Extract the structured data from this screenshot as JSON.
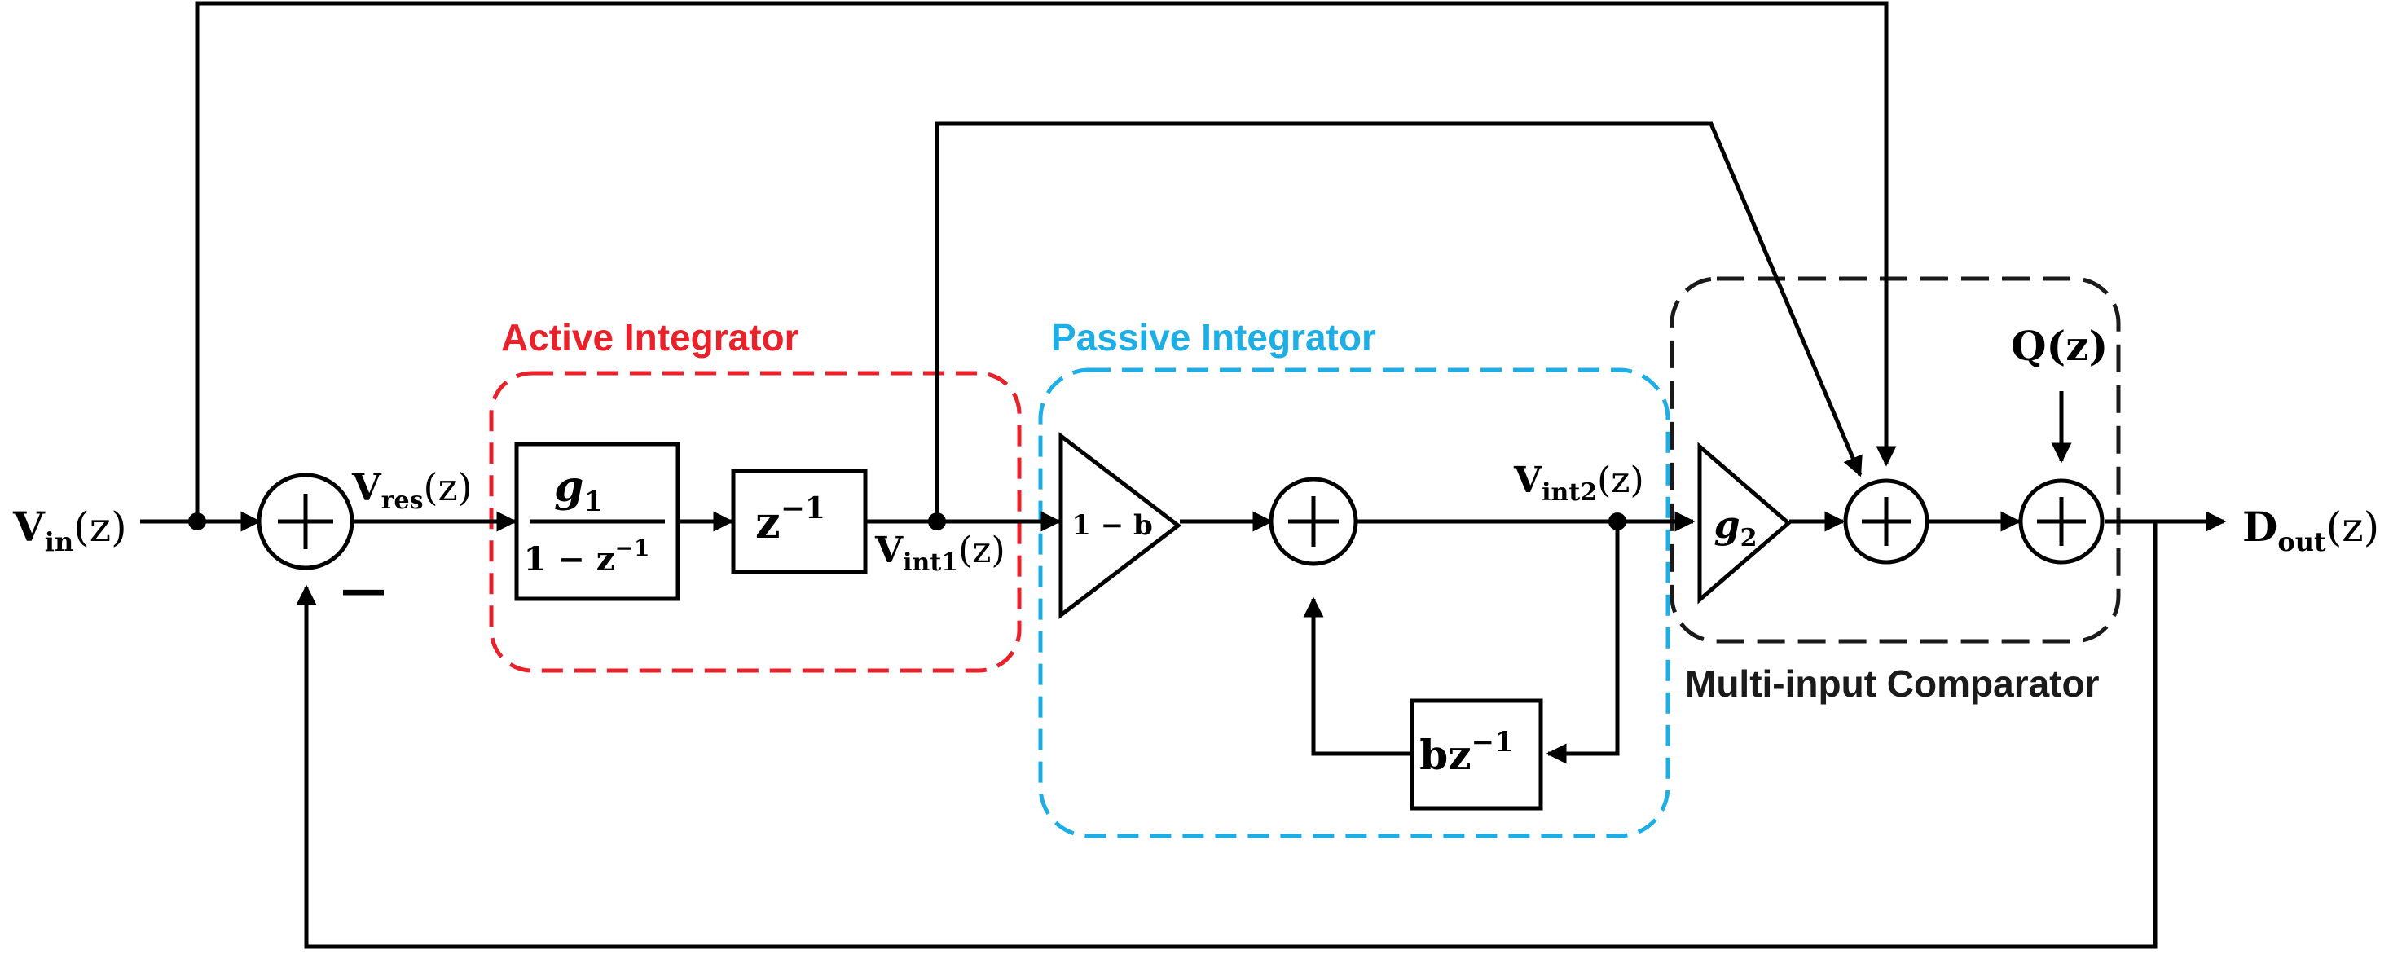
{
  "groups": {
    "active": {
      "title": "Active Integrator",
      "color": "#e8212a"
    },
    "passive": {
      "title": "Passive Integrator",
      "color": "#1eaee6"
    },
    "comparator": {
      "title": "Multi-input Comparator",
      "color": "#1a1a1a"
    }
  },
  "signals": {
    "vin": {
      "base": "V",
      "sub": "in",
      "tail": "(z)"
    },
    "vres": {
      "base": "V",
      "sub": "res",
      "tail": "(z)"
    },
    "vint1": {
      "base": "V",
      "sub": "int1",
      "tail": "(z)"
    },
    "vint2": {
      "base": "V",
      "sub": "int2",
      "tail": "(z)"
    },
    "dout": {
      "base": "D",
      "sub": "out",
      "tail": "(z)"
    },
    "q": {
      "text": "Q(z)"
    },
    "minus_sign": "—"
  },
  "blocks": {
    "integrator": {
      "numerator": "g",
      "numerator_sub": "1",
      "denominator": "1 − z",
      "denominator_sup": "−1"
    },
    "delay": {
      "base": "z",
      "sup": "−1"
    },
    "gain_passive": {
      "text": "1 − b"
    },
    "feedback": {
      "base": "bz",
      "sup": "−1"
    },
    "gain_comparator": {
      "base": "g",
      "sub": "2"
    }
  }
}
